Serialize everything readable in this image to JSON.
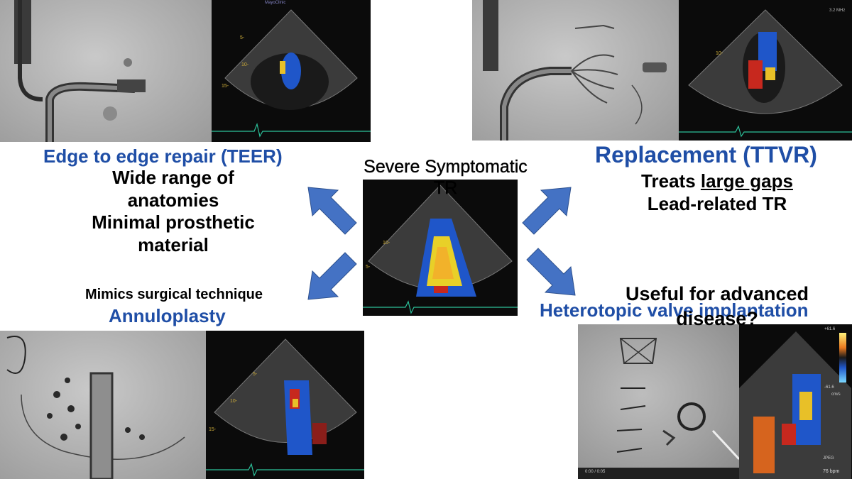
{
  "center": {
    "title_line1": "Severe Symptomatic",
    "title_line2": "TR"
  },
  "teer": {
    "title": "Edge to edge repair (TEER)",
    "line1": "Wide range of",
    "line2": "anatomies",
    "line3": "Minimal prosthetic",
    "line4": "material"
  },
  "ttvr": {
    "title": "Replacement (TTVR)",
    "line1_prefix": "Treats ",
    "line1_underlined": "large gaps",
    "line2": "Lead-related TR"
  },
  "annuloplasty": {
    "subtitle": "Mimics surgical technique",
    "title": "Annuloplasty"
  },
  "heterotopic": {
    "subtitle_line1": "Useful for advanced",
    "subtitle_line2": "disease?",
    "title": "Heterotopic valve implantation"
  },
  "image_labels": {
    "tl_echo_top": "MayoClinic",
    "tl_echo_depth_5": "5-",
    "tl_echo_depth_10": "10-",
    "tl_echo_depth_15": "15-",
    "tr_echo_freq": "3.2 MHz",
    "tr_echo_depth": "10-",
    "center_echo_depth_10": "10-",
    "center_echo_depth_5": "5-",
    "bl_echo_depth_5": "5-",
    "bl_echo_depth_10": "10-",
    "bl_echo_depth_15": "15-",
    "br_video_time": "0:00 / 0:05",
    "br_echo_bpm": "76 bpm",
    "br_echo_jpeg": "JPEG",
    "br_scale_top": "+61.6",
    "br_scale_bottom": "-61.6",
    "br_scale_unit": "cm/s"
  },
  "colors": {
    "title_blue": "#1f4ea6",
    "arrow_blue": "#4472c4"
  }
}
